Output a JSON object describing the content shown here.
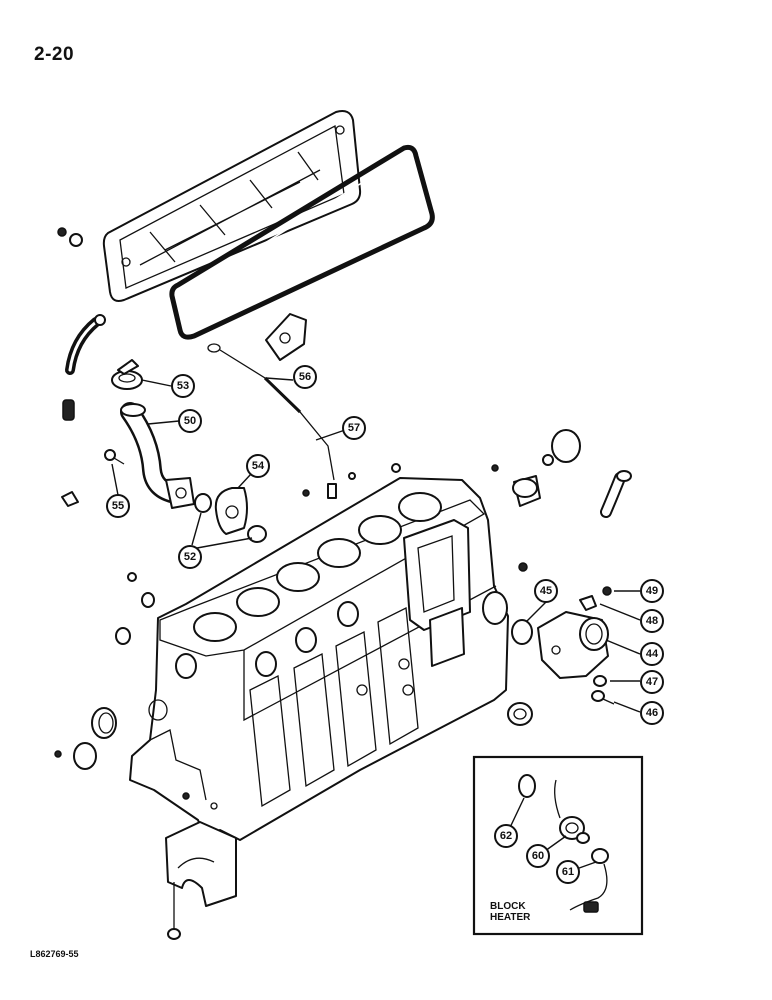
{
  "page_number": "2-20",
  "figure_code": "L862769-55",
  "inset": {
    "label_line1": "BLOCK",
    "label_line2": "HEATER"
  },
  "callouts": [
    "53",
    "50",
    "55",
    "54",
    "52",
    "56",
    "57",
    "45",
    "49",
    "48",
    "44",
    "47",
    "46",
    "62",
    "60",
    "61"
  ]
}
